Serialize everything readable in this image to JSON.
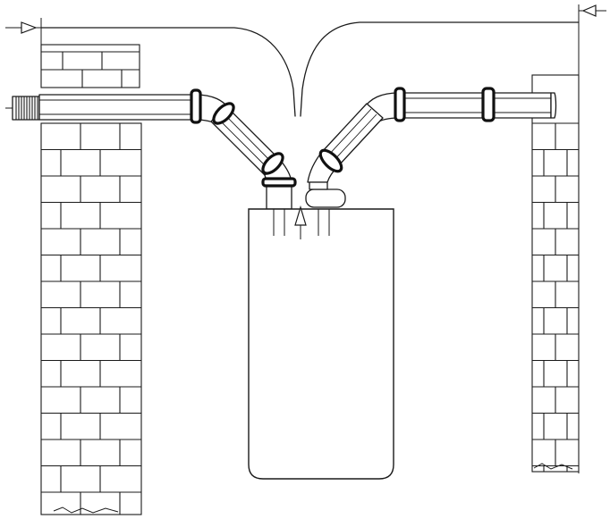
{
  "diagram": {
    "type": "technical-drawing",
    "subject": "boiler-separate-flue-system",
    "stroke_color": "#1a1a1a",
    "fill_color": "#ffffff",
    "left_wall": {
      "material": "brick",
      "pipe": "air-intake"
    },
    "right_wall": {
      "material": "brick",
      "pipe": "flue-exhaust"
    },
    "arrows": [
      {
        "id": "left-top-arrow",
        "direction": "right"
      },
      {
        "id": "right-top-arrow",
        "direction": "left"
      },
      {
        "id": "boiler-center-arrow",
        "direction": "up"
      }
    ],
    "icons": [
      "arrow-right-icon",
      "arrow-left-icon",
      "arrow-up-icon"
    ]
  }
}
